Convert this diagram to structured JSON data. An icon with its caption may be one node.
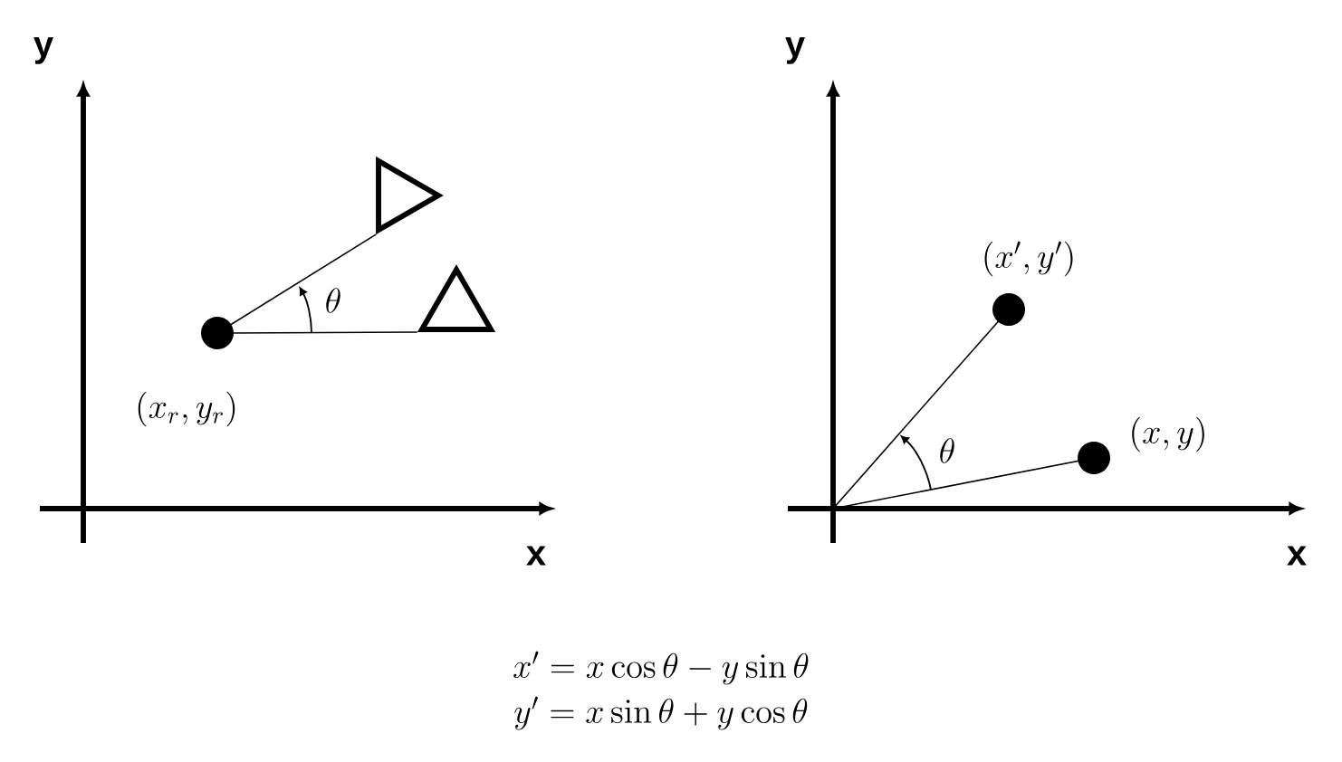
{
  "diagram": {
    "nodes": [
      {
        "text": [],
        "shape": "circle",
        "beside": [
          "(x_r, y_r)"
        ]
      },
      {
        "text": [],
        "shape": "triangle"
      },
      {
        "text": [],
        "shape": "triangle"
      },
      {
        "text": [],
        "shape": "circle",
        "beside": [
          "(x', y')"
        ]
      },
      {
        "text": [],
        "shape": "circle",
        "beside": [
          "(x, y)"
        ]
      }
    ],
    "edges": [
      {
        "from": 0,
        "to": 1,
        "arrow": "none"
      },
      {
        "from": 0,
        "to": 2,
        "arrow": "none"
      },
      {
        "from": null,
        "to": 3,
        "arrow": "none"
      },
      {
        "from": null,
        "to": 4,
        "arrow": "none"
      }
    ],
    "labels": [
      "y",
      "x",
      "\\theta",
      "y",
      "x",
      "\\theta",
      "x' = x\\cos\\theta - y\\sin\\theta",
      "y' = x\\sin\\theta + y\\cos\\theta"
    ]
  }
}
